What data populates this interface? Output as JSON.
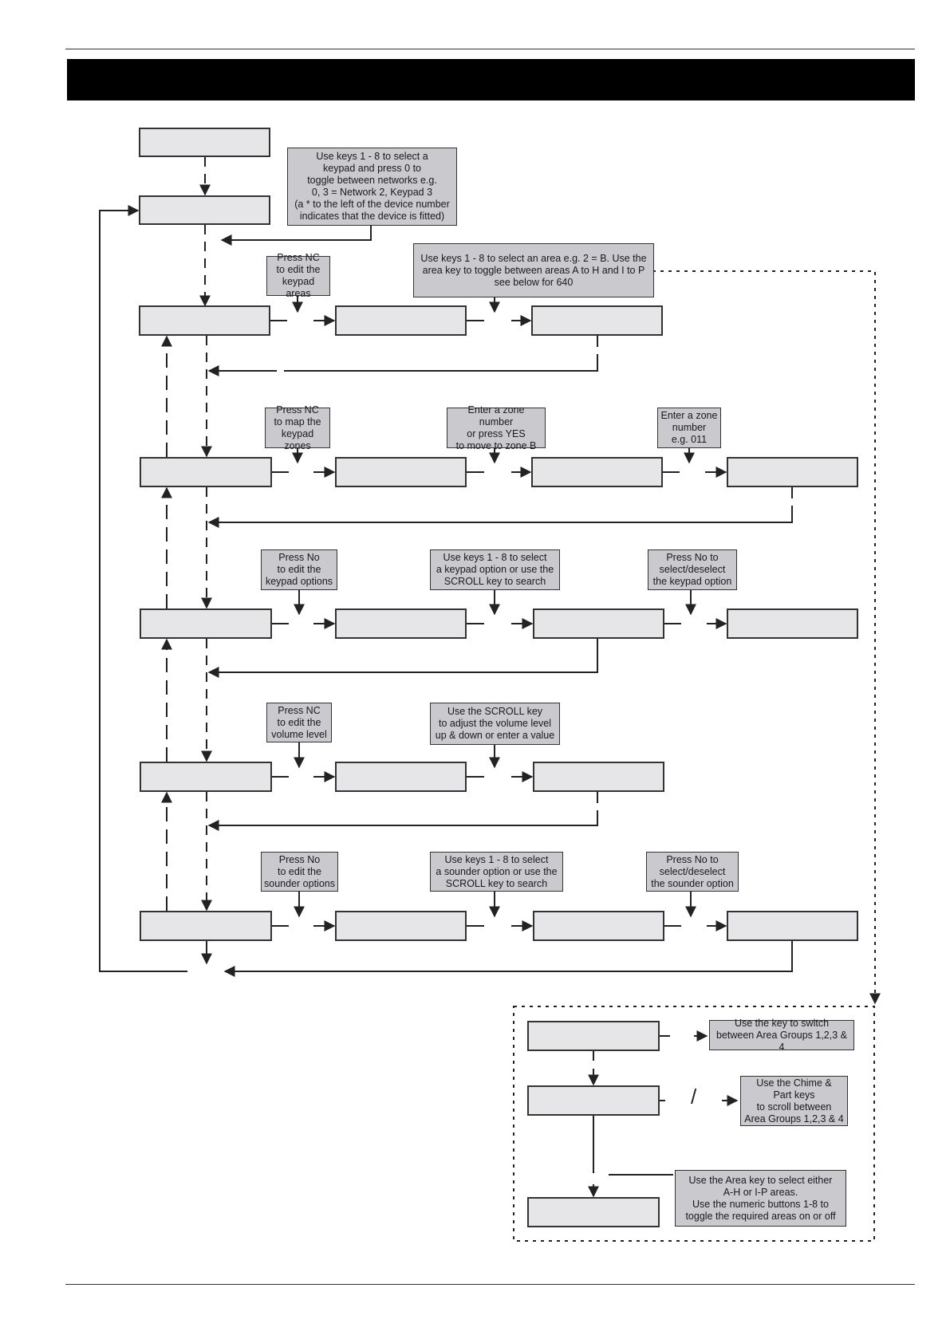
{
  "notes": {
    "select_keypad": "Use keys 1 - 8 to select a\nkeypad and press 0 to\ntoggle between networks e.g.\n0, 3 = Network 2, Keypad 3\n(a * to the left of the device number\nindicates that the device is fitted)",
    "press_areas": "Press NC\nto edit the\nkeypad areas",
    "select_area": "Use keys 1 - 8 to select an area e.g. 2 = B. Use the\narea key to toggle between areas A to H and I to P\nsee below for 640",
    "press_zones": "Press NC\nto map the\nkeypad zones",
    "zone_number": "Enter a zone number\nor press YES\nto move to zone B",
    "zone_eg": "Enter a zone\nnumber\ne.g. 011",
    "press_options": "Press No\nto edit the\nkeypad options",
    "select_option": "Use keys 1 - 8 to select\na keypad option or use the\nSCROLL key to search",
    "toggle_option": "Press No to\nselect/deselect\nthe keypad option",
    "press_volume": "Press NC\nto edit the\nvolume level",
    "adjust_volume": "Use the SCROLL key\nto adjust the volume level\nup & down or enter a value",
    "press_sounder": "Press No\nto edit the\nsounder options",
    "select_sounder": "Use keys 1 - 8 to select\na sounder option or use the\nSCROLL key to search",
    "toggle_sounder": "Press No to\nselect/deselect\nthe sounder option",
    "switch_groups": "Use the        key to switch\nbetween Area Groups 1,2,3 & 4",
    "chime_part": "Use the Chime &\nPart keys\nto scroll between\nArea Groups 1,2,3 & 4",
    "area_toggle": "Use the Area key to select either\nA-H or I-P areas.\nUse the numeric buttons 1-8 to\ntoggle the required areas on or off"
  },
  "inset": {
    "separator": "/"
  },
  "colors": {
    "display_fill": "#e6e6e9",
    "note_fill": "#c9c9ce",
    "line": "#222222",
    "header": "#000000"
  }
}
